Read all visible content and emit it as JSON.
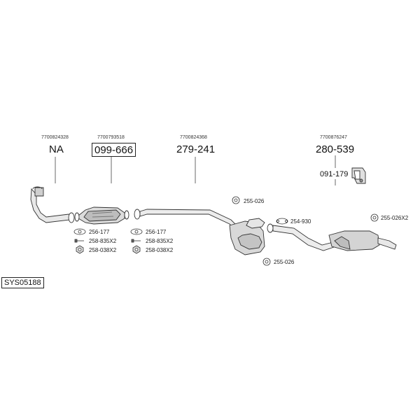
{
  "diagram": {
    "system_code": "SYS05188",
    "sections": [
      {
        "oem": "7700824328",
        "part": "NA",
        "boxed": false
      },
      {
        "oem": "7700793518",
        "part": "099-666",
        "boxed": true
      },
      {
        "oem": "7700824368",
        "part": "279-241",
        "boxed": false
      },
      {
        "oem": "7700876247",
        "part": "280-539",
        "boxed": false
      }
    ],
    "bracket_part": "091-179",
    "fittings": {
      "cat_gasket": "256-177",
      "cat_bolt": "258-835X2",
      "cat_nut": "258-038X2",
      "mid_gasket": "256-177",
      "mid_bolt": "258-835X2",
      "mid_nut": "258-038X2",
      "clamp_top": "255-026",
      "clamp_bottom": "255-026",
      "rear_gasket": "254-930",
      "rear_clamp": "255-026X2"
    }
  }
}
